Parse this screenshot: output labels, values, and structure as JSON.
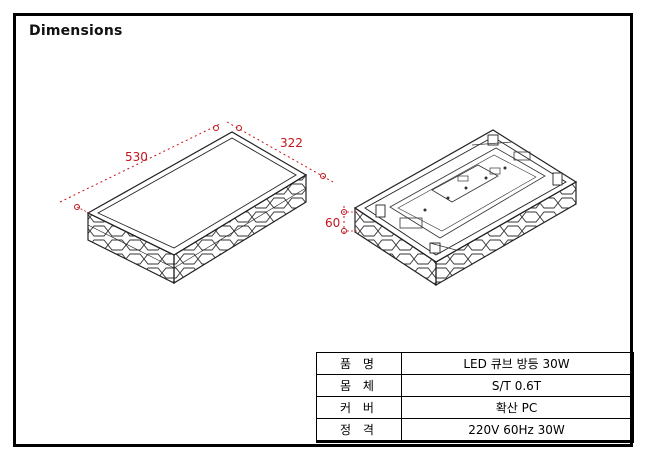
{
  "title": "Dimensions",
  "dimensions": {
    "length": "530",
    "width": "322",
    "height": "60"
  },
  "colors": {
    "dimension": "#c4141c",
    "line": "#222222"
  },
  "spec_rows": [
    {
      "label": "품 명",
      "value": "LED 큐브 방등 30W"
    },
    {
      "label": "몸 체",
      "value": "S/T 0.6T"
    },
    {
      "label": "커 버",
      "value": "확산 PC"
    },
    {
      "label": "정 격",
      "value": "220V 60Hz 30W"
    }
  ]
}
